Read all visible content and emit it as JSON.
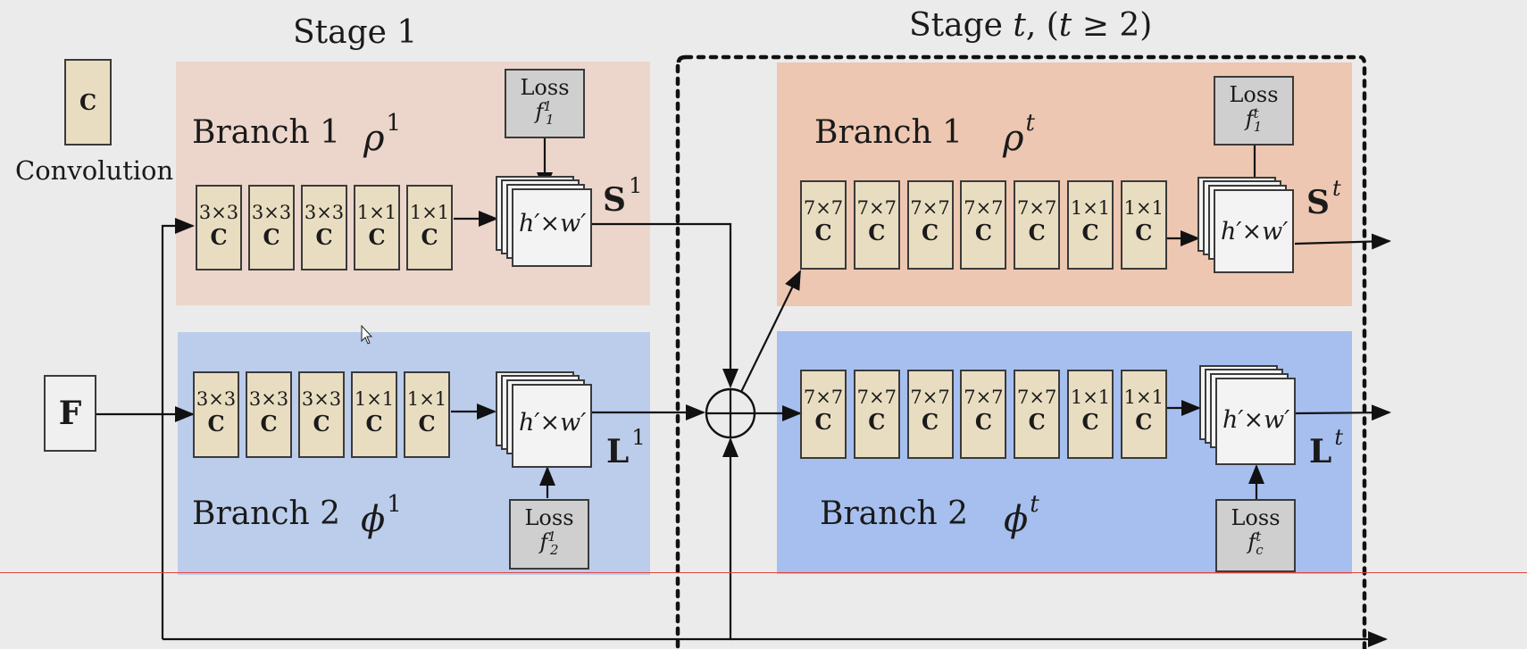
{
  "legend": {
    "conv_glyph": "C",
    "conv_label": "Convolution"
  },
  "input": {
    "label": "F"
  },
  "stage1": {
    "title": "Stage 1",
    "branch1": {
      "label": "Branch 1",
      "symbol": "ρ",
      "symbol_sup": "1",
      "convs": [
        {
          "k": "3×3",
          "c": "C"
        },
        {
          "k": "3×3",
          "c": "C"
        },
        {
          "k": "3×3",
          "c": "C"
        },
        {
          "k": "1×1",
          "c": "C"
        },
        {
          "k": "1×1",
          "c": "C"
        }
      ],
      "featuremap": "h′×w′",
      "output": "S",
      "output_sup": "1",
      "loss": {
        "label": "Loss",
        "f": "f",
        "sup": "1",
        "sub": "1"
      }
    },
    "branch2": {
      "label": "Branch 2",
      "symbol": "ϕ",
      "symbol_sup": "1",
      "convs": [
        {
          "k": "3×3",
          "c": "C"
        },
        {
          "k": "3×3",
          "c": "C"
        },
        {
          "k": "3×3",
          "c": "C"
        },
        {
          "k": "1×1",
          "c": "C"
        },
        {
          "k": "1×1",
          "c": "C"
        }
      ],
      "featuremap": "h′×w′",
      "output": "L",
      "output_sup": "1",
      "loss": {
        "label": "Loss",
        "f": "f",
        "sup": "1",
        "sub": "2"
      }
    }
  },
  "staget": {
    "title": "Stage t, (t ≥ 2)",
    "title_parts": {
      "a": "Stage ",
      "t": "t",
      "b": ", (",
      "t2": "t",
      "c": " ≥ 2)"
    },
    "branch1": {
      "label": "Branch 1",
      "symbol": "ρ",
      "symbol_sup": "t",
      "convs": [
        {
          "k": "7×7",
          "c": "C"
        },
        {
          "k": "7×7",
          "c": "C"
        },
        {
          "k": "7×7",
          "c": "C"
        },
        {
          "k": "7×7",
          "c": "C"
        },
        {
          "k": "7×7",
          "c": "C"
        },
        {
          "k": "1×1",
          "c": "C"
        },
        {
          "k": "1×1",
          "c": "C"
        }
      ],
      "featuremap": "h′×w′",
      "output": "S",
      "output_sup": "t",
      "loss": {
        "label": "Loss",
        "f": "f",
        "sup": "t",
        "sub": "1"
      }
    },
    "branch2": {
      "label": "Branch 2",
      "symbol": "ϕ",
      "symbol_sup": "t",
      "convs": [
        {
          "k": "7×7",
          "c": "C"
        },
        {
          "k": "7×7",
          "c": "C"
        },
        {
          "k": "7×7",
          "c": "C"
        },
        {
          "k": "7×7",
          "c": "C"
        },
        {
          "k": "7×7",
          "c": "C"
        },
        {
          "k": "1×1",
          "c": "C"
        },
        {
          "k": "1×1",
          "c": "C"
        }
      ],
      "featuremap": "h′×w′",
      "output": "L",
      "output_sup": "t",
      "loss": {
        "label": "Loss",
        "f": "f",
        "sup": "t",
        "sub": "c"
      }
    }
  },
  "concat": {
    "icon": "circle-plus"
  },
  "colors": {
    "background": "#ebebeb",
    "branch1_stage1": "#ecd6cb",
    "branch2_stage1": "#bccdeb",
    "branch1_staget": "#edc7b1",
    "branch2_staget": "#a6bfee",
    "conv_fill": "#e9ddc1",
    "loss_fill": "#cfcfcf",
    "featuremap_fill": "#f3f3f3"
  }
}
